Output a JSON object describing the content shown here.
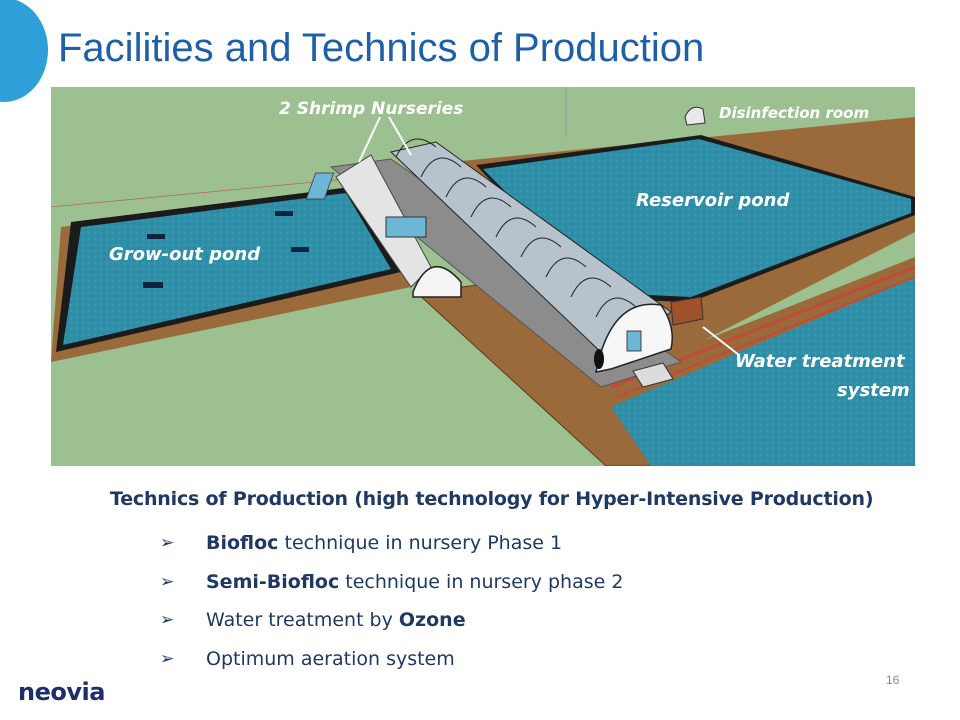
{
  "title": "Facilities and Technics of Production",
  "scene_labels": {
    "nurseries": "2 Shrimp Nurseries",
    "disinfection": "Disinfection  room",
    "reservoir": "Reservoir pond",
    "growout": "Grow-out pond",
    "water_treatment_line1": "Water treatment",
    "water_treatment_line2": "system"
  },
  "subtitle": "Technics of Production (high technology for Hyper-Intensive Production)",
  "bullets": [
    {
      "bold": "Biofloc",
      "pre": "",
      "post": " technique in nursery Phase 1"
    },
    {
      "bold": "Semi-Biofloc",
      "pre": "",
      "post": " technique in nursery phase 2"
    },
    {
      "bold": "Ozone",
      "pre": "Water treatment by ",
      "post": ""
    },
    {
      "bold": "",
      "pre": "Optimum aeration system",
      "post": ""
    }
  ],
  "bullet_symbol": "➢",
  "page_number": "16",
  "logo": "neovia",
  "colors": {
    "title": "#1f5fa8",
    "accent_circle": "#2e9fd8",
    "text_dark": "#1f3864",
    "water": "#2f8fa8",
    "ground": "#9cc08f",
    "path": "#9a6a3a"
  }
}
